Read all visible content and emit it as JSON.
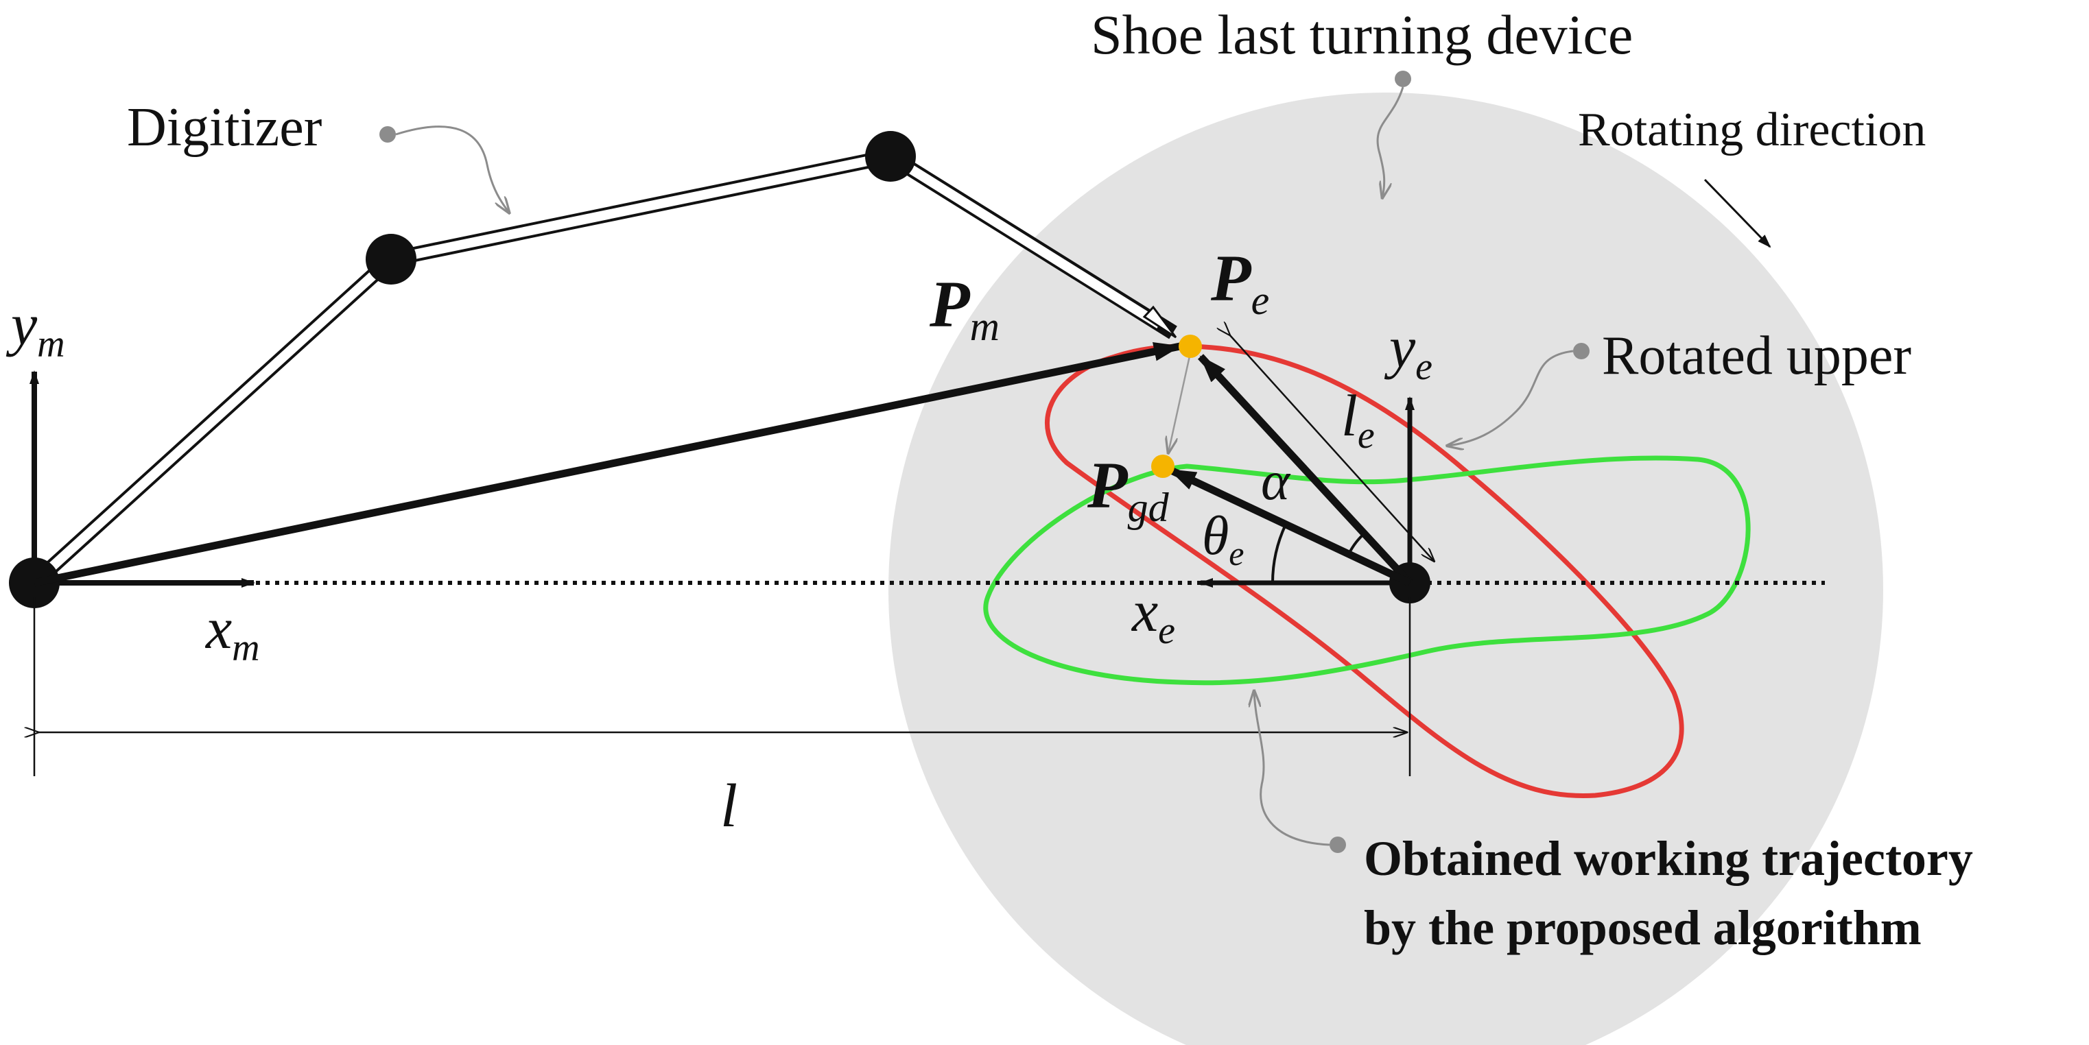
{
  "labels": {
    "device": "Shoe last turning device",
    "digitizer": "Digitizer",
    "rotating_direction": "Rotating direction",
    "rotated_upper": "Rotated upper",
    "obtained_line1": "Obtained working trajectory",
    "obtained_line2": "by the proposed algorithm"
  },
  "symbols": {
    "ym_main": "y",
    "ym_sub": "m",
    "xm_main": "x",
    "xm_sub": "m",
    "pm_main": "P",
    "pm_sub": "m",
    "pe_main": "P",
    "pe_sub": "e",
    "ye_main": "y",
    "ye_sub": "e",
    "le_main": "l",
    "le_sub": "e",
    "pgd_main": "P",
    "pgd_sub": "gd",
    "alpha": "α",
    "thetae_main": "θ",
    "thetae_sub": "e",
    "xe_main": "x",
    "xe_sub": "e",
    "l": "l"
  },
  "colors": {
    "device_fill": "#e3e3e3",
    "rotated_upper": "#e53935",
    "trajectory": "#3ee03e",
    "points": "#f5b400",
    "ink": "#111111",
    "leader": "#8c8c8c"
  }
}
